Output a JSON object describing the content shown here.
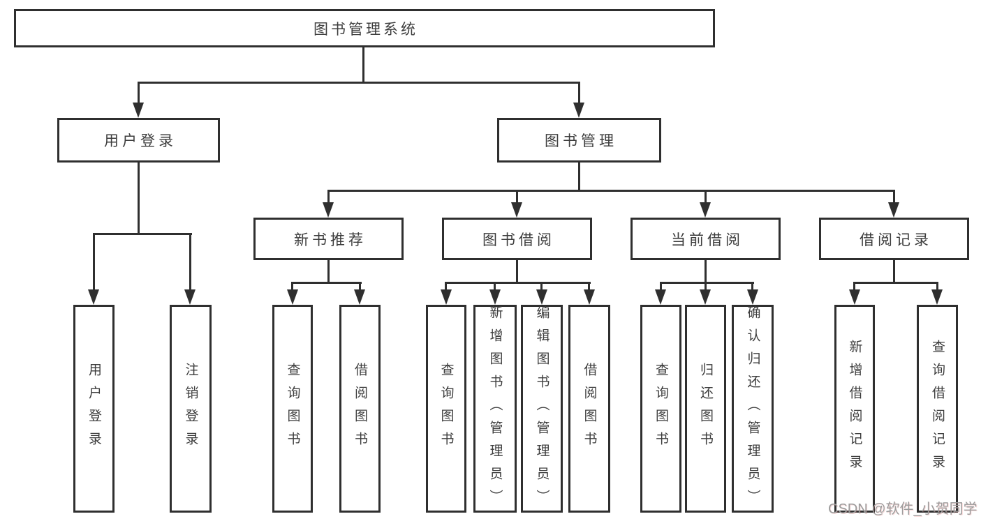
{
  "page": {
    "background": "#ffffff",
    "watermark": {
      "text": "CSDN @软件_小贺同学",
      "color": "#9c9c9c"
    }
  },
  "colors": {
    "line": "#2f2f2f",
    "box_border": "#2f2f2f",
    "text": "#3d3d3d"
  },
  "diagram": {
    "root": {
      "label": "图书管理系统"
    },
    "user_login": {
      "label": "用户登录",
      "children": {
        "login": {
          "label": "用户登录"
        },
        "logout": {
          "label": "注销登录"
        }
      }
    },
    "book_mgmt": {
      "label": "图书管理",
      "children": {
        "new_book": {
          "label": "新书推荐",
          "children": {
            "query_book": {
              "label": "查询图书"
            },
            "borrow_book": {
              "label": "借阅图书"
            }
          }
        },
        "book_borrow": {
          "label": "图书借阅",
          "children": {
            "query_book": {
              "label": "查询图书"
            },
            "add_book": {
              "label": "新增图书（管理员）"
            },
            "edit_book": {
              "label": "编辑图书（管理员）"
            },
            "borrow_book": {
              "label": "借阅图书"
            }
          }
        },
        "current_borrow": {
          "label": "当前借阅",
          "children": {
            "query_book": {
              "label": "查询图书"
            },
            "return_book": {
              "label": "归还图书"
            },
            "confirm_return": {
              "label": "确认归还（管理员）"
            }
          }
        },
        "borrow_record": {
          "label": "借阅记录",
          "children": {
            "add_record": {
              "label": "新增借阅记录"
            },
            "query_record": {
              "label": "查询借阅记录"
            }
          }
        }
      }
    }
  }
}
